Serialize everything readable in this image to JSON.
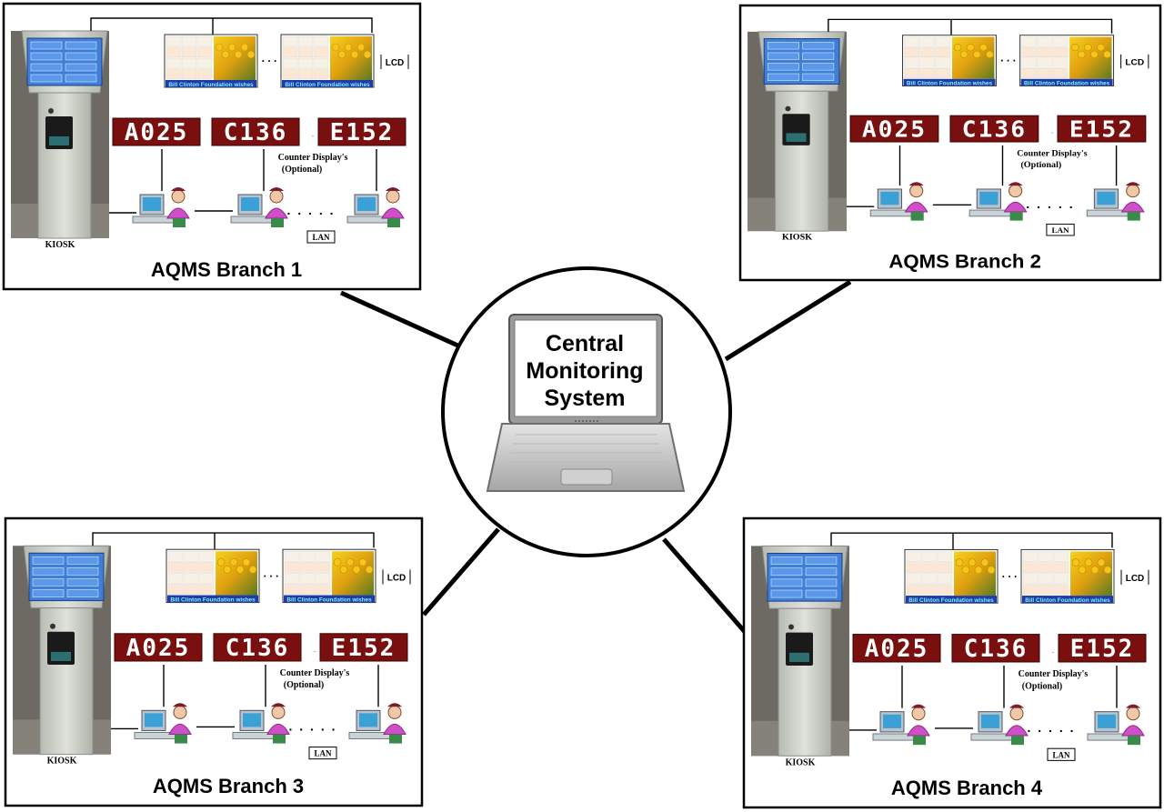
{
  "central": {
    "title_lines": [
      "Central",
      "Monitoring",
      "System"
    ]
  },
  "branch_template": {
    "kiosk_label": "KIOSK",
    "lcd_label": "LCD",
    "lan_label": "LAN",
    "counter_display_lines": [
      "Counter Display's",
      "(Optional)"
    ],
    "displays": [
      "A025",
      "C136",
      "E152"
    ],
    "lcd_ticker": "Bill Clinton Foundation wishes",
    "ellipsis": ". . . . .",
    "lcd_ellipsis": ". . ."
  },
  "branches": [
    {
      "id": "b1",
      "title": "AQMS Branch 1"
    },
    {
      "id": "b2",
      "title": "AQMS Branch 2"
    },
    {
      "id": "b3",
      "title": "AQMS Branch 3"
    },
    {
      "id": "b4",
      "title": "AQMS Branch 4"
    }
  ],
  "colors": {
    "led_bg": "#7a0f0f",
    "led_text": "#ffffff",
    "kiosk_body": "#c9cdc4",
    "kiosk_screen": "#3f7fd8",
    "lcd_ticker_bg": "#1e3ca8",
    "lcd_ticker_text": "#7ef0ff",
    "floor": "#6d6a63",
    "person_shirt": "#d04fc8",
    "monitor": "#3aa0d6"
  }
}
